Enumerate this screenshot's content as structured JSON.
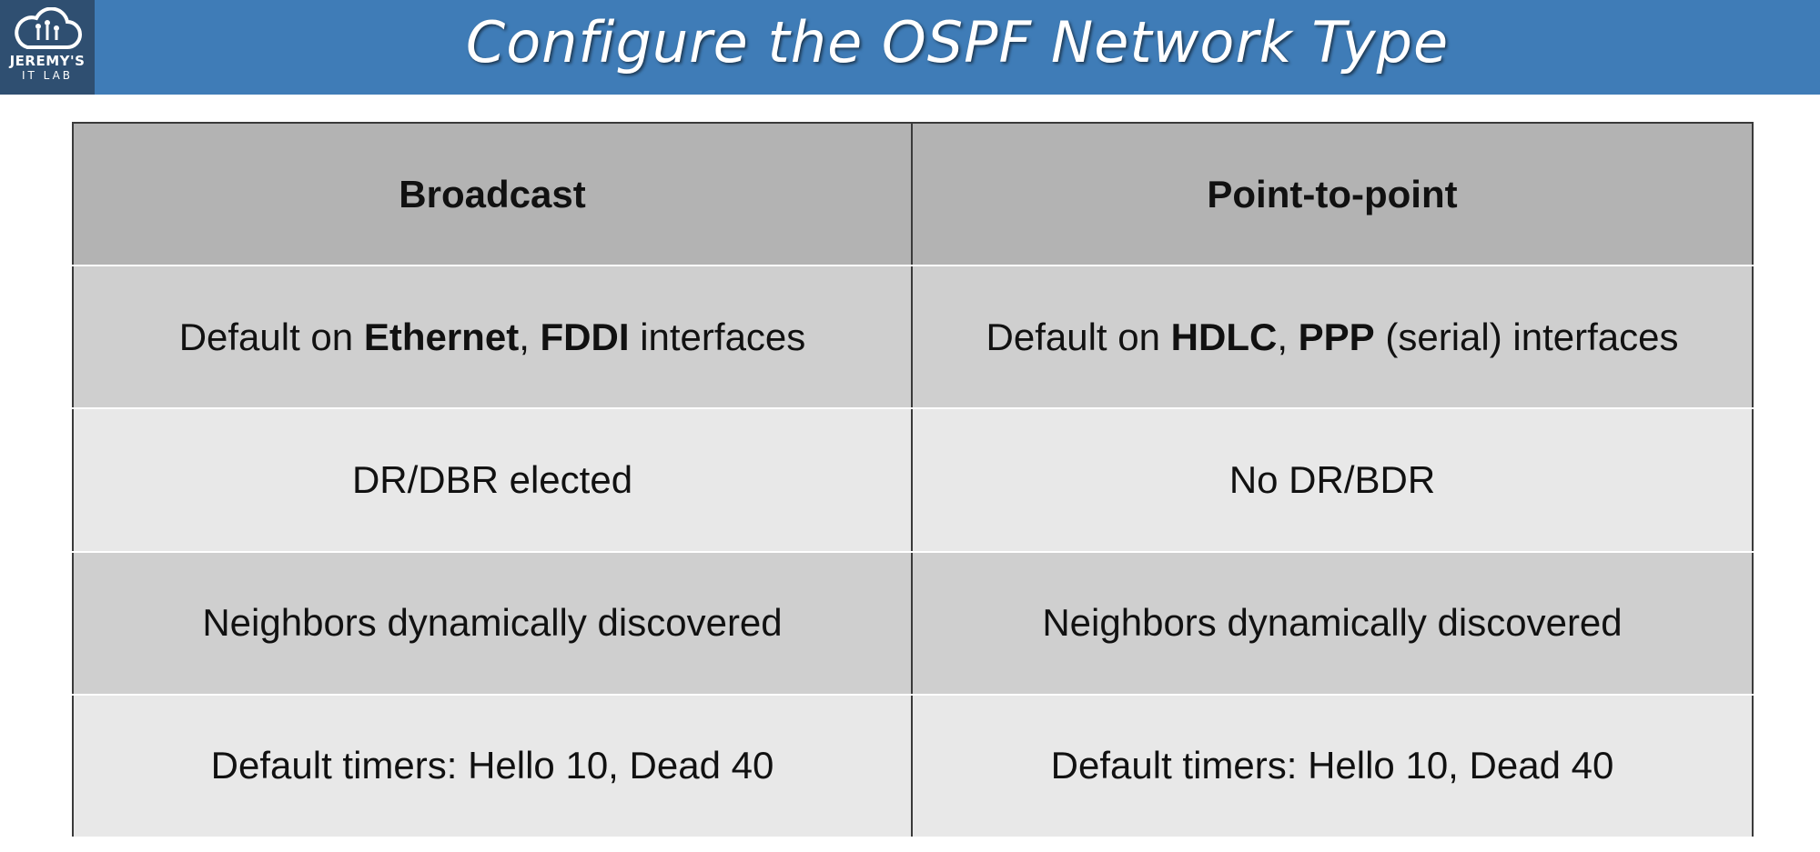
{
  "header": {
    "title": "Configure the OSPF Network Type",
    "logo": {
      "line1": "JEREMY'S",
      "line2": "IT LAB",
      "icon": "cloud-circuit-icon"
    },
    "colors": {
      "banner": "#3f7cb7",
      "logo_bg": "#2f4f71"
    }
  },
  "table": {
    "headers": [
      "Broadcast",
      "Point-to-point"
    ],
    "rows": [
      {
        "broadcast": {
          "pre": "Default on ",
          "b1": "Ethernet",
          "mid": ", ",
          "b2": "FDDI",
          "post": " interfaces"
        },
        "p2p": {
          "pre": "Default on ",
          "b1": "HDLC",
          "mid": ", ",
          "b2": "PPP",
          "post": " (serial) interfaces"
        }
      },
      {
        "broadcast": "DR/DBR elected",
        "p2p": "No DR/BDR"
      },
      {
        "broadcast": "Neighbors dynamically discovered",
        "p2p": "Neighbors dynamically discovered"
      },
      {
        "broadcast": "Default timers: Hello 10, Dead 40",
        "p2p": "Default timers: Hello 10, Dead 40"
      }
    ]
  }
}
